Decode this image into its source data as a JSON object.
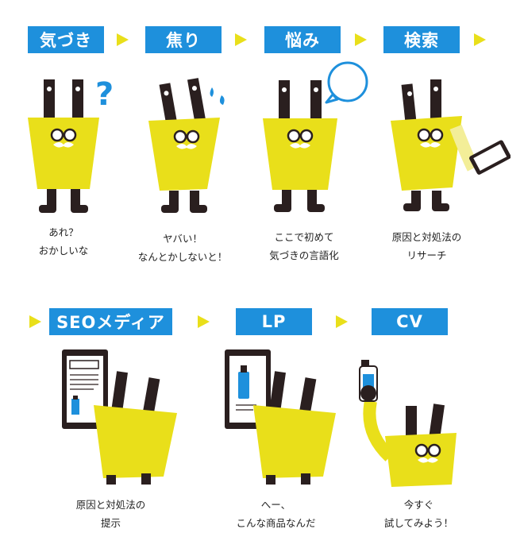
{
  "steps": [
    {
      "label": "気づき",
      "caption_line1": "あれ？",
      "caption_line2": "おかしいな"
    },
    {
      "label": "焦り",
      "caption_line1": "ヤバい！",
      "caption_line2": "なんとかしないと！"
    },
    {
      "label": "悩み",
      "caption_line1": "ここで初めて",
      "caption_line2": "気づきの言語化"
    },
    {
      "label": "検索",
      "caption_line1": "原因と対処法の",
      "caption_line2": "リサーチ"
    },
    {
      "label": "SEOメディア",
      "caption_line1": "原因と対処法の",
      "caption_line2": "提示"
    },
    {
      "label": "LP",
      "caption_line1": "へー、",
      "caption_line2": "こんな商品なんだ"
    },
    {
      "label": "CV",
      "caption_line1": "今すぐ",
      "caption_line2": "試してみよう！"
    }
  ],
  "colors": {
    "label_bg": "#1e90dc",
    "arrow": "#e9df1a",
    "body": "#e9df1a",
    "dark": "#2a1f1f",
    "bubble": "#1e90dc"
  },
  "icons": [
    "question-mark-icon",
    "sweat-drop-icon",
    "thought-bubble-icon",
    "smartphone-icon",
    "document-icon",
    "spray-bottle-icon"
  ]
}
